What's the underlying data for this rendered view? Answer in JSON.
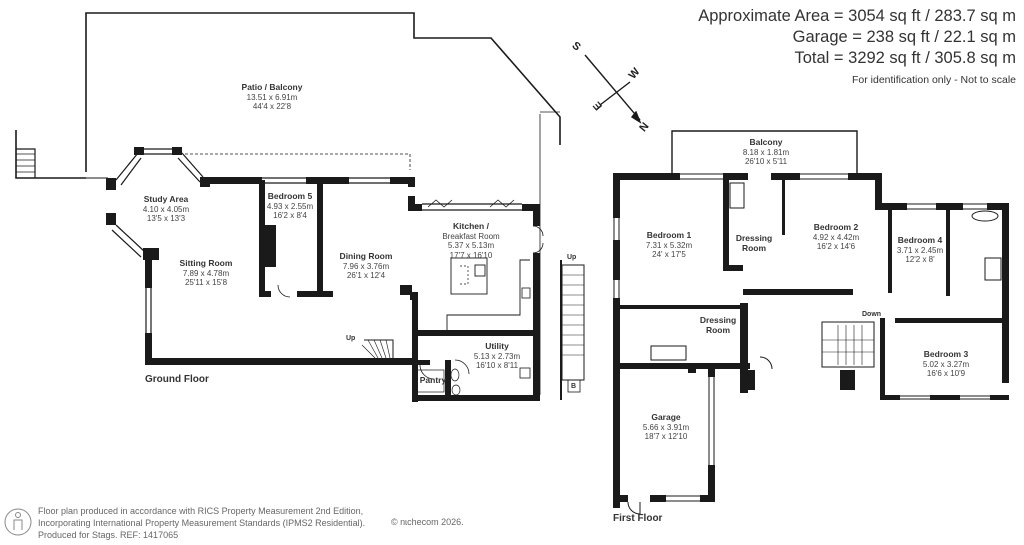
{
  "summary": {
    "approximate_area": "Approximate Area = 3054 sq ft / 283.7 sq m",
    "garage": "Garage = 238 sq ft / 22.1 sq m",
    "total": "Total = 3292 sq ft / 305.8 sq m",
    "note": "For identification only - Not to scale"
  },
  "compass": {
    "north": "N",
    "south": "S",
    "east": "E",
    "west": "W",
    "icon": "compass-icon"
  },
  "ground_floor": {
    "label": "Ground Floor",
    "rooms": [
      {
        "name": "Patio / Balcony",
        "metric": "13.51 x 6.91m",
        "imperial": "44'4 x 22'8"
      },
      {
        "name": "Study Area",
        "metric": "4.10 x 4.05m",
        "imperial": "13'5 x 13'3"
      },
      {
        "name": "Bedroom 5",
        "metric": "4.93 x 2.55m",
        "imperial": "16'2 x 8'4"
      },
      {
        "name": "Sitting Room",
        "metric": "7.89 x 4.78m",
        "imperial": "25'11 x  15'8"
      },
      {
        "name": "Dining Room",
        "metric": "7.96 x 3.76m",
        "imperial": "26'1 x 12'4"
      },
      {
        "name": "Kitchen /",
        "name2": "Breakfast Room",
        "metric": "5.37 x 5.13m",
        "imperial": "17'7 x 16'10"
      },
      {
        "name": "Utility",
        "metric": "5.13 x 2.73m",
        "imperial": "16'10 x 8'11"
      },
      {
        "name": "Pantry"
      }
    ],
    "stairs_up": "Up",
    "stairs_up_2": "Up",
    "boiler": "B"
  },
  "first_floor": {
    "label": "First Floor",
    "rooms": [
      {
        "name": "Balcony",
        "metric": "8.18 x 1.81m",
        "imperial": "26'10 x 5'11"
      },
      {
        "name": "Bedroom 1",
        "metric": "7.31 x 5.32m",
        "imperial": "24' x 17'5"
      },
      {
        "name": "Dressing",
        "name2": "Room"
      },
      {
        "name": "Bedroom 2",
        "metric": "4.92 x 4.42m",
        "imperial": "16'2 x 14'6"
      },
      {
        "name": "Bedroom 4",
        "metric": "3.71 x 2.45m",
        "imperial": "12'2 x 8'"
      },
      {
        "name": "Dressing",
        "name2": "Room"
      },
      {
        "name": "Bedroom 3",
        "metric": "5.02 x 3.27m",
        "imperial": "16'6 x 10'9"
      },
      {
        "name": "Garage",
        "metric": "5.66 x 3.91m",
        "imperial": "18'7 x 12'10"
      }
    ],
    "stairs_down": "Down"
  },
  "footer": {
    "line1": "Floor plan produced in accordance with RICS Property Measurement 2nd Edition,",
    "line2": "Incorporating International Property Measurement Standards (IPMS2 Residential).",
    "line3": "Produced for Stags.   REF: 1417065",
    "copyright": "© nɩchecom 2026.",
    "icon": "person-icon"
  },
  "colors": {
    "wall": "#1a1a1a",
    "text": "#333333",
    "window": "#ffffff"
  }
}
